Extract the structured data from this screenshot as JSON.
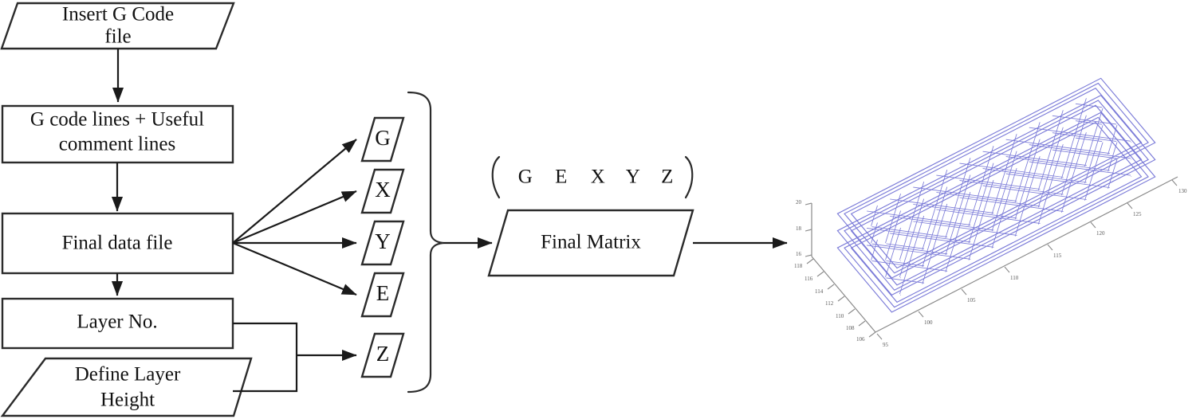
{
  "diagram": {
    "title": "G-code processing flowchart to 3D toolpath",
    "stroke_color": "#2b2b2b",
    "text_color": "#111111",
    "background": "#ffffff"
  },
  "left_column": {
    "nodes": [
      {
        "id": "insert-g-code-file",
        "shape": "parallelogram",
        "lines": [
          "Insert G Code",
          "file"
        ]
      },
      {
        "id": "g-code-lines-useful-comment-lines",
        "shape": "rectangle",
        "lines": [
          "G code lines + Useful",
          "comment lines"
        ]
      },
      {
        "id": "final-data-file",
        "shape": "rectangle",
        "lines": [
          "Final data file"
        ]
      },
      {
        "id": "layer-no",
        "shape": "rectangle",
        "lines": [
          "Layer No."
        ]
      },
      {
        "id": "define-layer-height",
        "shape": "parallelogram",
        "lines": [
          "Define Layer",
          "Height"
        ]
      }
    ]
  },
  "variables_column": {
    "brace": "right-curly-brace",
    "items": [
      {
        "id": "var-g",
        "label": "G"
      },
      {
        "id": "var-x",
        "label": "X"
      },
      {
        "id": "var-y",
        "label": "Y"
      },
      {
        "id": "var-e",
        "label": "E"
      },
      {
        "id": "var-z",
        "label": "Z"
      }
    ]
  },
  "matrix_section": {
    "matrix_headers": [
      "G",
      "E",
      "X",
      "Y",
      "Z"
    ],
    "bracket_left": "(",
    "bracket_right": ")",
    "node": {
      "id": "final-matrix",
      "shape": "parallelogram",
      "label": "Final Matrix"
    }
  },
  "plot": {
    "type": "3d-toolpath",
    "mesh_color": "#7b7bd8",
    "axis_color": "#8a8a8a",
    "layer_count": 3,
    "chart_data": {
      "type": "line",
      "title": "",
      "xlabel": "",
      "ylabel": "",
      "zlabel": "",
      "x_ticks": [
        95,
        100,
        105,
        110,
        115,
        120,
        125,
        130
      ],
      "y_ticks": [
        106,
        108,
        110,
        112,
        114,
        116,
        118
      ],
      "z_ticks": [
        16,
        18,
        20
      ],
      "xlim": [
        95,
        130
      ],
      "ylim": [
        106,
        118
      ],
      "zlim": [
        16,
        20
      ],
      "grid": false,
      "legend": "none",
      "description": "Three stacked cross-hatched infill layers with rectangular perimeter outlines"
    }
  }
}
